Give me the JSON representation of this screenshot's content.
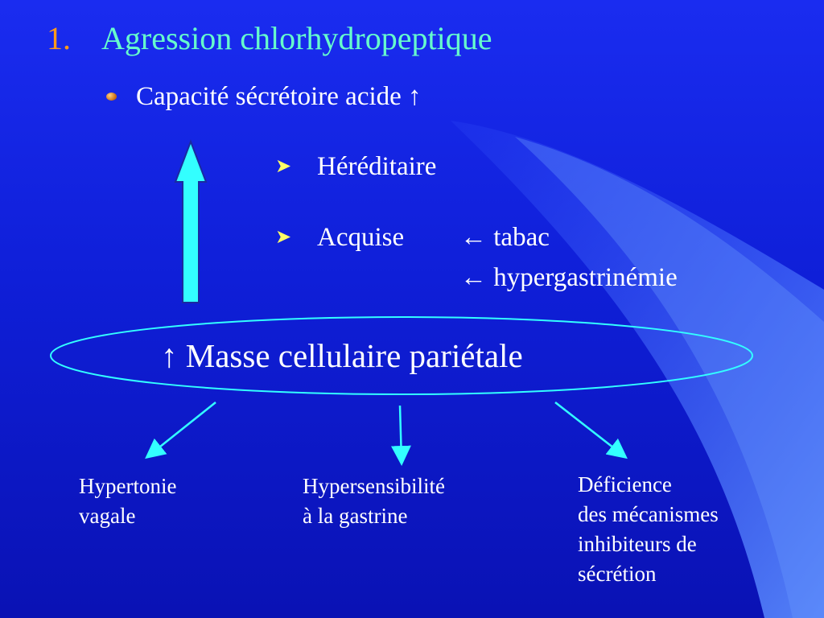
{
  "slide": {
    "title_number": "1.",
    "title_text": "Agression chlorhydropeptique",
    "bullet": "Capacité  sécrétoire acide ↑",
    "sub_items": [
      {
        "text": "Héréditaire"
      },
      {
        "text": "Acquise"
      }
    ],
    "acquise_causes": [
      "← tabac",
      "← hypergastrinémie"
    ],
    "center_label": "↑ Masse cellulaire pariétale",
    "consequences": [
      {
        "line1": "Hypertonie",
        "line2": "vagale"
      },
      {
        "line1": "Hypersensibilité",
        "line2": "à la gastrine"
      },
      {
        "line1": "Déficience",
        "line2": "des mécanismes",
        "line3": "inhibiteurs de",
        "line4": "sécrétion"
      }
    ]
  },
  "colors": {
    "background": "#1428e6",
    "title": "#66ffcc",
    "title_number": "#ff9a1a",
    "arrow": "#33ffff",
    "text": "#ffffff",
    "sub_marker": "#ffff66"
  },
  "icons": {
    "bullet": "orange-ball-icon",
    "sub_marker": "arrowhead-marker-icon",
    "big_arrow": "up-arrow-icon"
  }
}
